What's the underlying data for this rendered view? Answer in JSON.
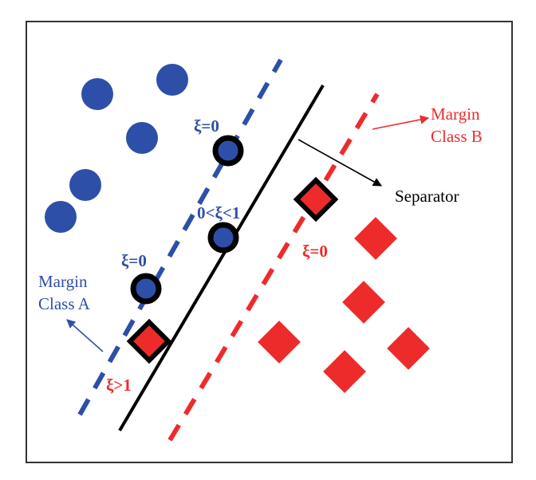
{
  "labels": {
    "xi_top": "ξ=0",
    "xi_mid": "0<ξ<1",
    "xi_lower": "ξ=0",
    "xi_red": "ξ=0",
    "xi_gt1": "ξ>1",
    "margin_a_line1": "Margin",
    "margin_a_line2": "Class A",
    "margin_b_line1": "Margin",
    "margin_b_line2": "Class B",
    "separator": "Separator"
  },
  "colors": {
    "class_a": "#2e4fa8",
    "class_b": "#ee2b2b",
    "separator": "#000000"
  }
}
